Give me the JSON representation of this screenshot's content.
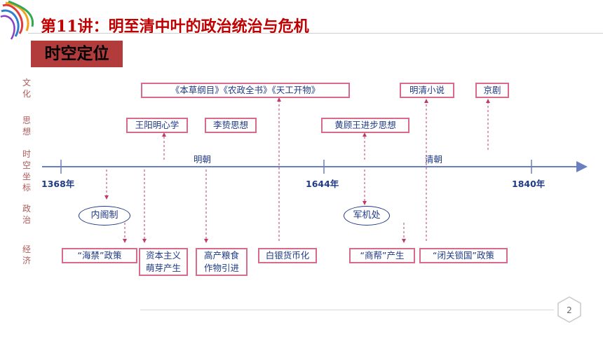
{
  "slide": {
    "title": "第11讲：明至清中叶的政治统治与危机",
    "badge": "时空定位",
    "page_number": "2"
  },
  "timeline": {
    "row_labels": {
      "culture": "文化",
      "thought": "思想",
      "time_space": "时空坐标",
      "politics": "政治",
      "economy": "经济"
    },
    "years": [
      "1368年",
      "1644年",
      "1840年"
    ],
    "dynasties": [
      "明朝",
      "清朝"
    ],
    "culture_items": [
      "《本草纲目》《农政全书》《天工开物》",
      "明清小说",
      "京剧"
    ],
    "thought_items": [
      "王阳明心学",
      "李贽思想",
      "黄顾王进步思想"
    ],
    "politics_items": [
      "内阁制",
      "军机处"
    ],
    "economy_items": [
      "“海禁”政策",
      "资本主义萌芽产生",
      "高产粮食作物引进",
      "白银货币化",
      "“商帮”产生",
      "“闭关锁国”政策"
    ],
    "economy_lines": {
      "capitalism": [
        "资本主义",
        "萌芽产生"
      ],
      "crops": [
        "高产粮食",
        "作物引进"
      ]
    }
  },
  "colors": {
    "title": "#c00000",
    "badge_bg": "#b23b3b",
    "box_border": "#d86a8a",
    "text_blue": "#1f3a86",
    "arrow": "#c23a6a",
    "axis": "#6a7fc0"
  }
}
